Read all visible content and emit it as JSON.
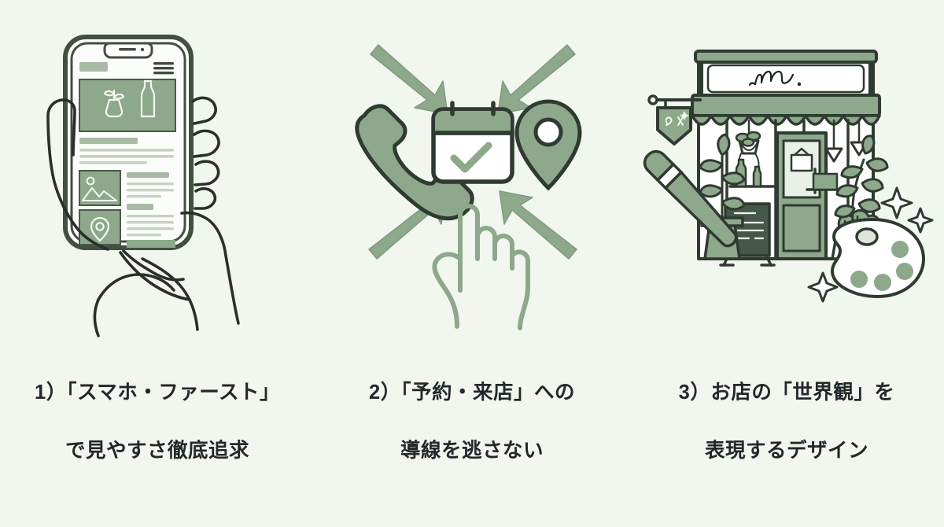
{
  "page": {
    "background_color": "#f1f6ef",
    "ink_color": "#2f3a31",
    "accent_color": "#8aa589",
    "accent_light": "#b7c9b4",
    "accent_dark": "#6f8a6d",
    "text_color": "#23282a"
  },
  "panels": [
    {
      "index": "1",
      "caption_line1": "1）「スマホ・ファースト」",
      "caption_line2": "で見やすさ徹底追求",
      "illustration_name": "hand-holding-smartphone",
      "elements": [
        "smartphone-frame",
        "hamburger-menu-icon",
        "hero-image-block",
        "vase-with-leaves-icon",
        "bottle-icon",
        "text-lines",
        "photo-thumbnail-icon",
        "map-pin-thumbnail-icon",
        "hand-outline",
        "pointing-finger"
      ]
    },
    {
      "index": "2",
      "caption_line1": "2）「予約・来店」への",
      "caption_line2": "導線を逃さない",
      "illustration_name": "conversion-actions-cluster",
      "elements": [
        "phone-handset-icon",
        "calendar-check-icon",
        "map-pin-icon",
        "arrow-top-left",
        "arrow-top-right",
        "arrow-bottom-left",
        "arrow-bottom-right",
        "pointing-hand-cursor-icon"
      ]
    },
    {
      "index": "3",
      "caption_line1": "3）お店の「世界観」を",
      "caption_line2": "表現するデザイン",
      "illustration_name": "boutique-storefront-with-art-tools",
      "elements": [
        "shop-facade",
        "shop-signboard",
        "script-logo-scribble",
        "striped-awning",
        "hanging-bracket-sign",
        "hanging-planter",
        "pendant-lamps",
        "shop-door",
        "window-shelf-bottles",
        "chalkboard-sandwich-sign",
        "potted-plant",
        "flower-box",
        "climbing-vine",
        "paintbrush-icon",
        "paint-palette-icon",
        "sparkle-icon"
      ]
    }
  ]
}
